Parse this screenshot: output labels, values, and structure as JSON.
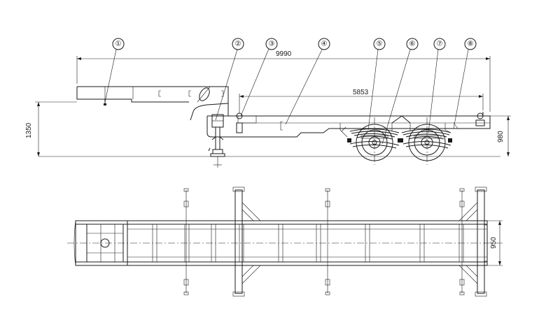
{
  "callouts": [
    "①",
    "②",
    "③",
    "④",
    "⑤",
    "⑥",
    "⑦",
    "⑧"
  ],
  "dimensions": {
    "overall_length": "9990",
    "bed_length": "5853",
    "gooseneck_height": "1350",
    "deck_height": "980",
    "frame_width": "950"
  }
}
